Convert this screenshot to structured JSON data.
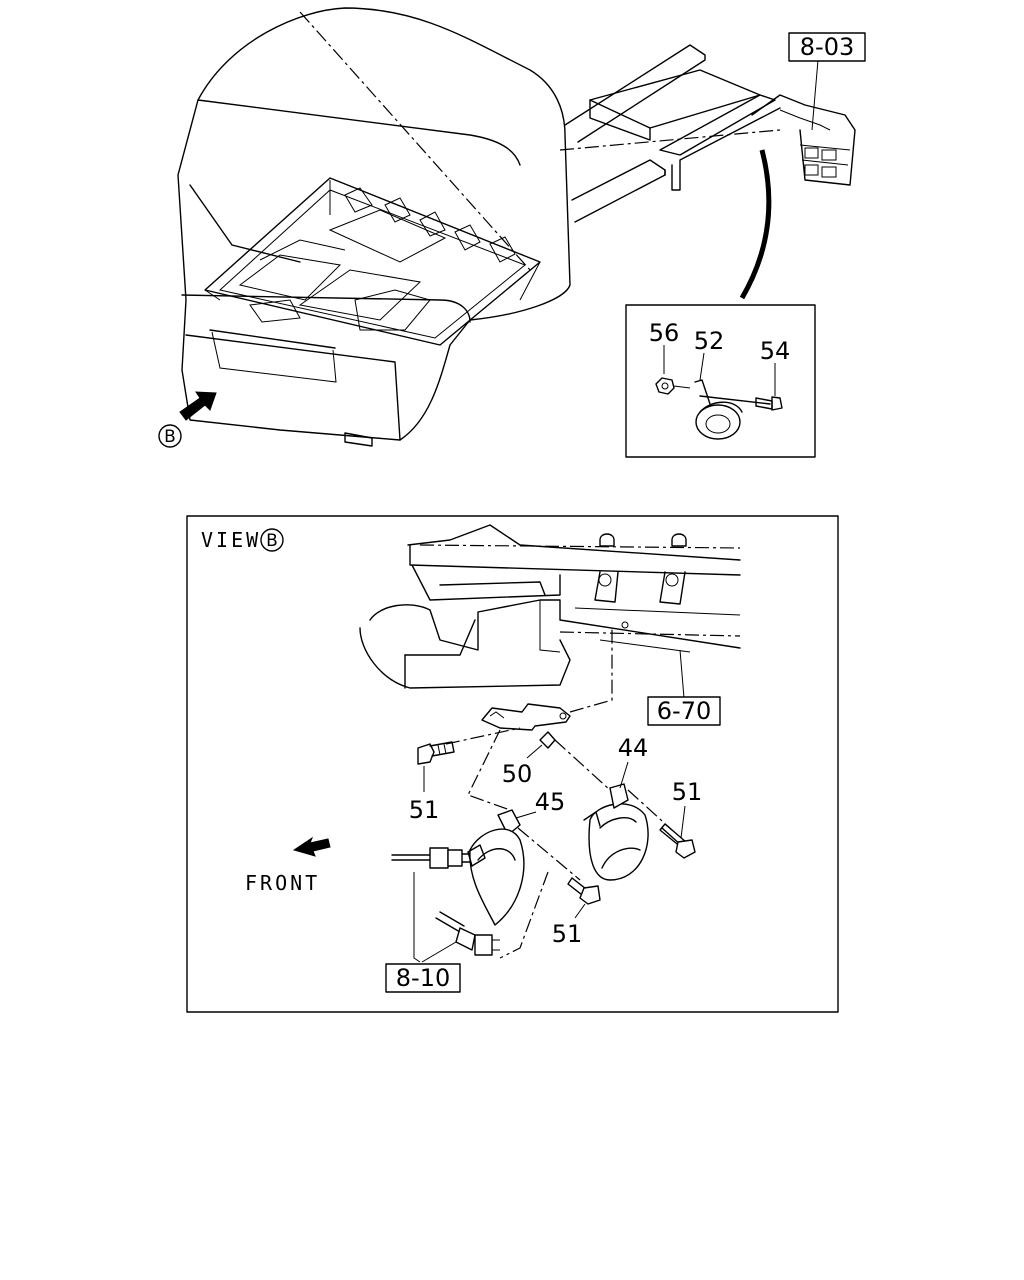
{
  "top_view": {
    "ref_box_frame": "8-03",
    "view_marker": "B",
    "inset_callouts": {
      "nut": "56",
      "horn": "52",
      "bolt": "54"
    }
  },
  "view_b": {
    "title_prefix": "VIEW",
    "title_marker": "B",
    "ref_box_frame": "6-70",
    "ref_box_harness": "8-10",
    "front_label": "FRONT",
    "callouts": {
      "bracket": "50",
      "horn_right": "44",
      "horn_left": "45",
      "bolt_upper_left": "51",
      "bolt_right": "51",
      "bolt_lower": "51"
    }
  }
}
